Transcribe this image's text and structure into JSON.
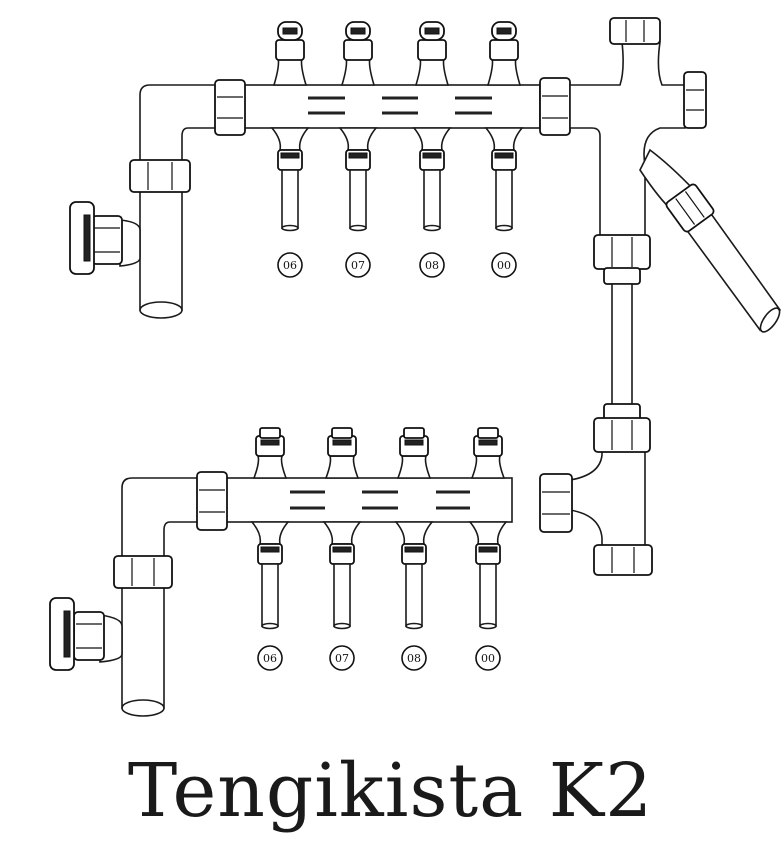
{
  "title": "Tengikista K2",
  "upper_manifold": {
    "circuit_labels": [
      "06",
      "07",
      "08",
      "00"
    ]
  },
  "lower_manifold": {
    "circuit_labels": [
      "06",
      "07",
      "08",
      "00"
    ]
  }
}
